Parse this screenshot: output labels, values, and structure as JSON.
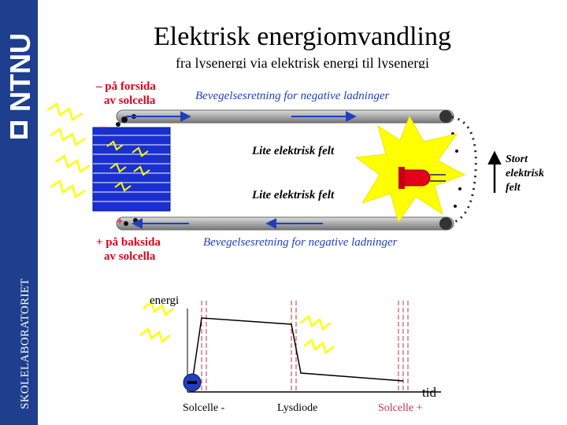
{
  "sidebar": {
    "logo_text": "NTNU",
    "vertical_text": "SKOLELABORATORIET"
  },
  "header": {
    "title": "Elektrisk energiomvandling",
    "subtitle": "fra lysenergi via elektrisk energi til lysenergi"
  },
  "circuit": {
    "front_label_line1": "– på forsida",
    "front_label_line2": "av solcella",
    "back_label_line1": "+ på baksida",
    "back_label_line2": "av solcella",
    "minus_sign": "–",
    "plus_sign": "+",
    "top_direction": "Bevegelsesretning for negative ladninger",
    "bottom_direction": "Bevegelsesretning for negative ladninger",
    "field_top": "Lite elektrisk felt",
    "field_bottom": "Lite elektrisk felt",
    "strong_field_line1": "Stort",
    "strong_field_line2": "elektrisk",
    "strong_field_line3": "felt"
  },
  "energy_graph": {
    "y_label": "energi",
    "x_label": "tid",
    "tick_labels": [
      "Solcelle -",
      "Lysdiode",
      "Solcelle +"
    ]
  },
  "colors": {
    "sidebar": "#1e3e8e",
    "red_label": "#e3001b",
    "blue_label": "#1f3fbf",
    "led_glow": "#ffff00",
    "solar_cell": "#1a2fd0"
  }
}
